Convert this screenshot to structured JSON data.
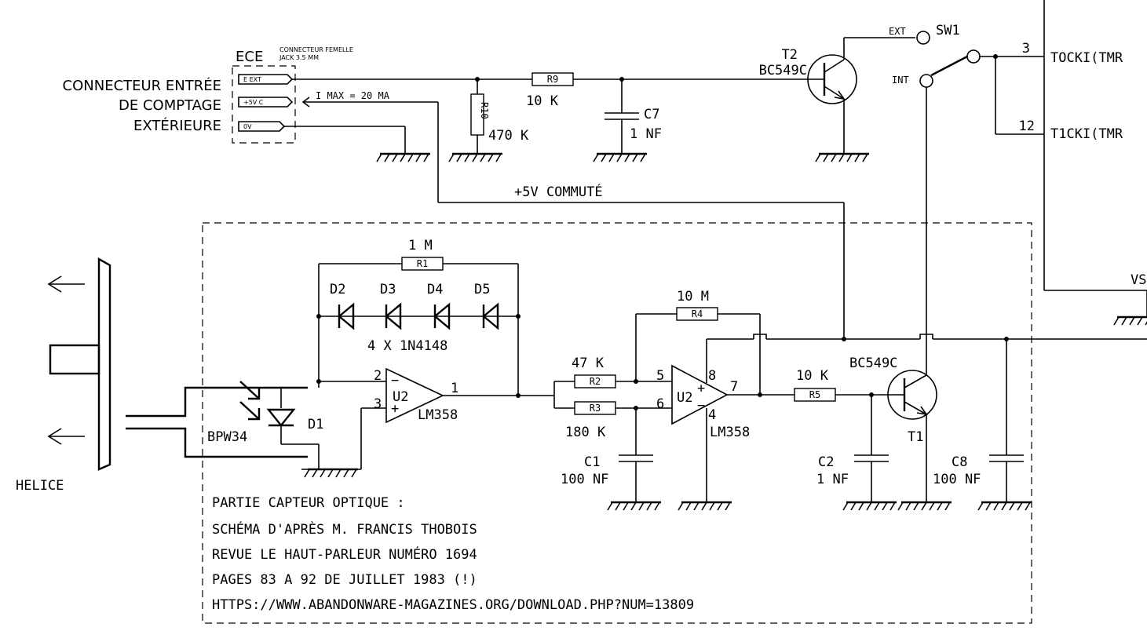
{
  "connector": {
    "ref": "ECE",
    "type_line1": "CONNECTEUR FEMELLE",
    "type_line2": "JACK 3.5 MM",
    "pins": [
      "E EXT",
      "+5V C",
      "0V"
    ],
    "label_line1": "CONNECTEUR ENTRÉE",
    "label_line2": "DE COMPTAGE",
    "label_line3": "EXTÉRIEURE",
    "current_note": "I MAX = 20 MA"
  },
  "components": {
    "r9": {
      "ref": "R9",
      "value": "10 K"
    },
    "r10": {
      "ref": "R10",
      "value": "470 K"
    },
    "c7": {
      "ref": "C7",
      "value": "1 NF"
    },
    "t2": {
      "ref": "T2",
      "part": "BC549C"
    },
    "sw1": {
      "ref": "SW1",
      "ext": "EXT",
      "int": "INT"
    },
    "r1": {
      "ref": "R1",
      "value": "1 M"
    },
    "diodes": {
      "refs": [
        "D2",
        "D3",
        "D4",
        "D5"
      ],
      "part": "4 X 1N4148"
    },
    "d1": {
      "ref": "D1",
      "part": "BPW34"
    },
    "u2a": {
      "ref": "U2",
      "part": "LM358",
      "pin_out": "1",
      "pin_minus": "2",
      "pin_plus": "3"
    },
    "r2": {
      "ref": "R2",
      "value": "47 K"
    },
    "r3": {
      "ref": "R3",
      "value": "180 K"
    },
    "r4": {
      "ref": "R4",
      "value": "10 M"
    },
    "u2b": {
      "ref": "U2",
      "part": "LM358",
      "pin_plus": "5",
      "pin_minus": "6",
      "pin_out": "7",
      "pin_vcc": "8",
      "pin_gnd": "4"
    },
    "r5": {
      "ref": "R5",
      "value": "10 K"
    },
    "t1": {
      "ref": "T1",
      "part": "BC549C"
    },
    "c1": {
      "ref": "C1",
      "value": "100 NF"
    },
    "c2": {
      "ref": "C2",
      "value": "1 NF"
    },
    "c8": {
      "ref": "C8",
      "value": "100 NF"
    }
  },
  "nets": {
    "switched_5v": "+5V COMMUTÉ",
    "pin3": "3",
    "pin3_name": "TOCKI(TMR",
    "pin12": "12",
    "pin12_name": "T1CKI(TMR",
    "vs_partial": "VS"
  },
  "helice": "HELICE",
  "notes": [
    "PARTIE CAPTEUR OPTIQUE :",
    "SCHÉMA D'APRÈS M. FRANCIS THOBOIS",
    "REVUE LE HAUT-PARLEUR NUMÉRO 1694",
    "PAGES 83 A 92 DE JUILLET 1983 (!)",
    "HTTPS://WWW.ABANDONWARE-MAGAZINES.ORG/DOWNLOAD.PHP?NUM=13809"
  ]
}
